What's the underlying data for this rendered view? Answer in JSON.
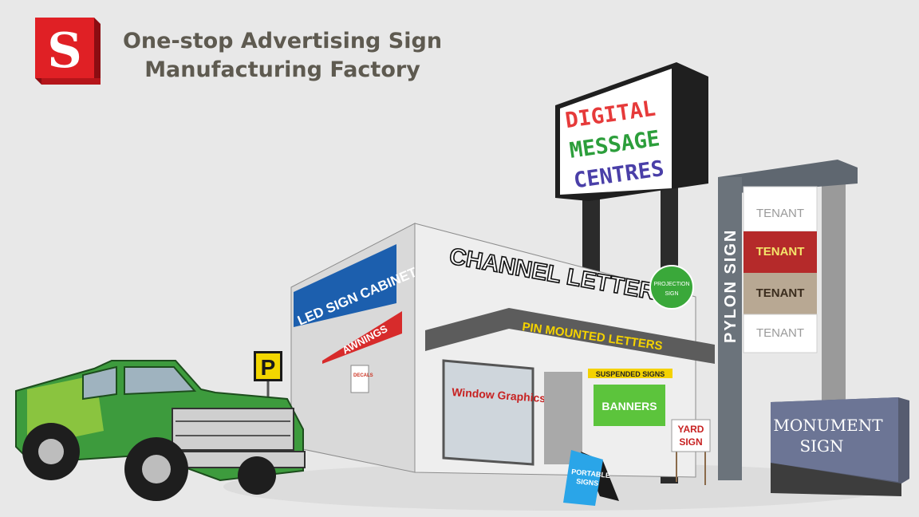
{
  "logo": {
    "letter": "S"
  },
  "tagline": {
    "line1": "One-stop Advertising Sign",
    "line2": "Manufacturing Factory"
  },
  "digital_sign": {
    "line1": "DIGITAL",
    "line2": "MESSAGE",
    "line3": "CENTRES"
  },
  "pylon": {
    "label": "PYLON SIGN",
    "tenants": [
      "TENANT",
      "TENANT",
      "TENANT",
      "TENANT"
    ]
  },
  "store": {
    "led_cabinet": "LED SIGN CABINET",
    "channel_letters": "CHANNEL LETTERS",
    "pin_mounted": "PIN MOUNTED LETTERS",
    "awnings": "AWNINGS",
    "decals": "DECALS",
    "window_graphics": "Window Graphics",
    "suspended_signs": "SUSPENDED SIGNS",
    "banners": "BANNERS",
    "projection_line1": "PROJECTION",
    "projection_line2": "SIGN"
  },
  "yard_sign": {
    "line1": "YARD",
    "line2": "SIGN"
  },
  "portable_signs": {
    "line1": "PORTABLE",
    "line2": "SIGNS"
  },
  "monument": {
    "line1": "MONUMENT",
    "line2": "SIGN"
  },
  "parking": {
    "letter": "P"
  }
}
